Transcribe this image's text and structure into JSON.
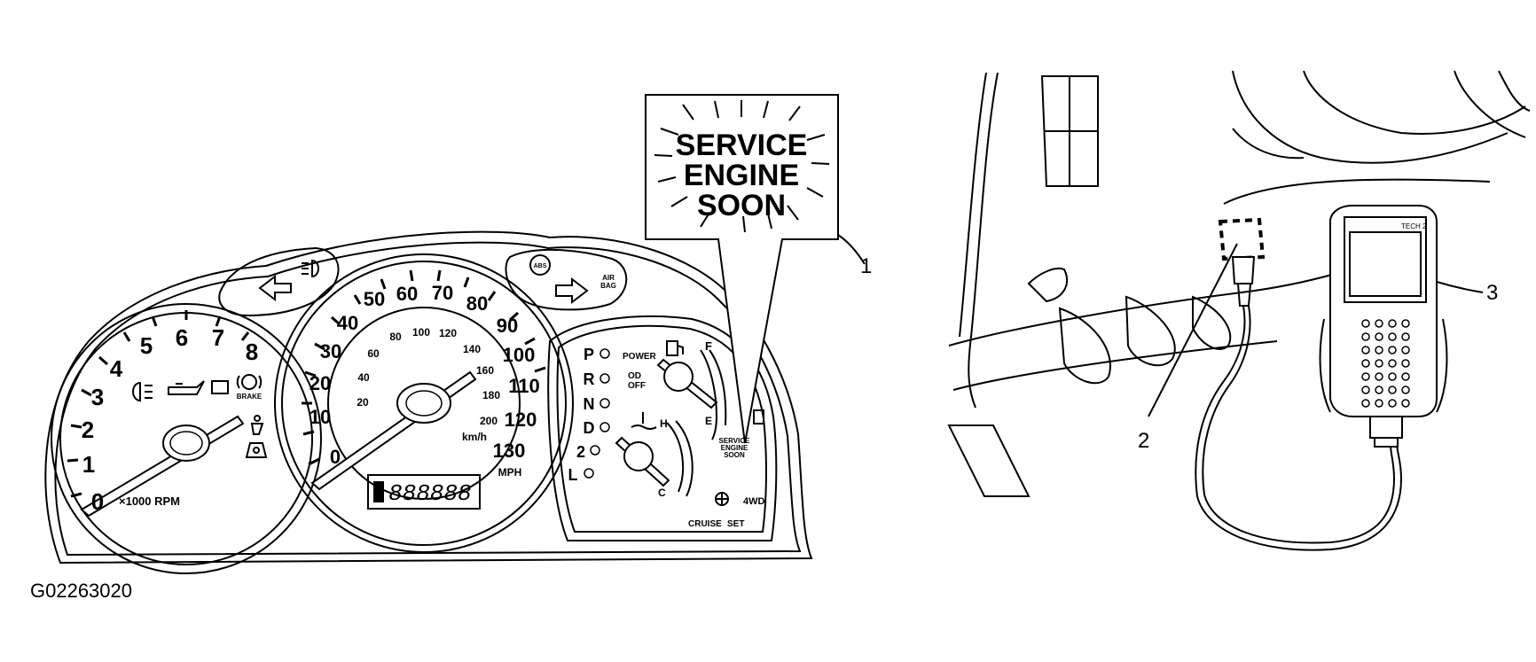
{
  "callouts": [
    "1",
    "2",
    "3"
  ],
  "warning_box": {
    "lines": [
      "SERVICE",
      "ENGINE",
      "SOON"
    ]
  },
  "tachometer": {
    "numbers": [
      "0",
      "1",
      "2",
      "3",
      "4",
      "5",
      "6",
      "7",
      "8"
    ],
    "unit": "×1000 RPM"
  },
  "speedometer": {
    "mph_numbers": [
      "0",
      "10",
      "20",
      "30",
      "40",
      "50",
      "60",
      "70",
      "80",
      "90",
      "100",
      "110",
      "120",
      "130"
    ],
    "kmh_numbers": [
      "20",
      "40",
      "60",
      "80",
      "100",
      "120",
      "140",
      "160",
      "180",
      "200"
    ],
    "mph_unit": "MPH",
    "kmh_unit": "km/h",
    "odometer": "888888"
  },
  "right_cluster": {
    "gears": [
      "P",
      "R",
      "N",
      "D",
      "2",
      "L"
    ],
    "power_label": "POWER",
    "od_off_lines": [
      "OD",
      "OFF"
    ],
    "fuel_full": "F",
    "fuel_empty": "E",
    "temp_hot": "H",
    "temp_cold": "C",
    "ses_small_lines": [
      "SERVICE",
      "ENGINE",
      "SOON"
    ],
    "four_wd": "4WD",
    "cruise": "CRUISE",
    "set": "SET"
  },
  "warning_labels": {
    "brake": "BRAKE",
    "abs": "ABS",
    "airbag_lines": [
      "AIR",
      "BAG"
    ]
  },
  "scan_tool": {
    "label": "TECH 2"
  },
  "figure_id": "G02263020"
}
